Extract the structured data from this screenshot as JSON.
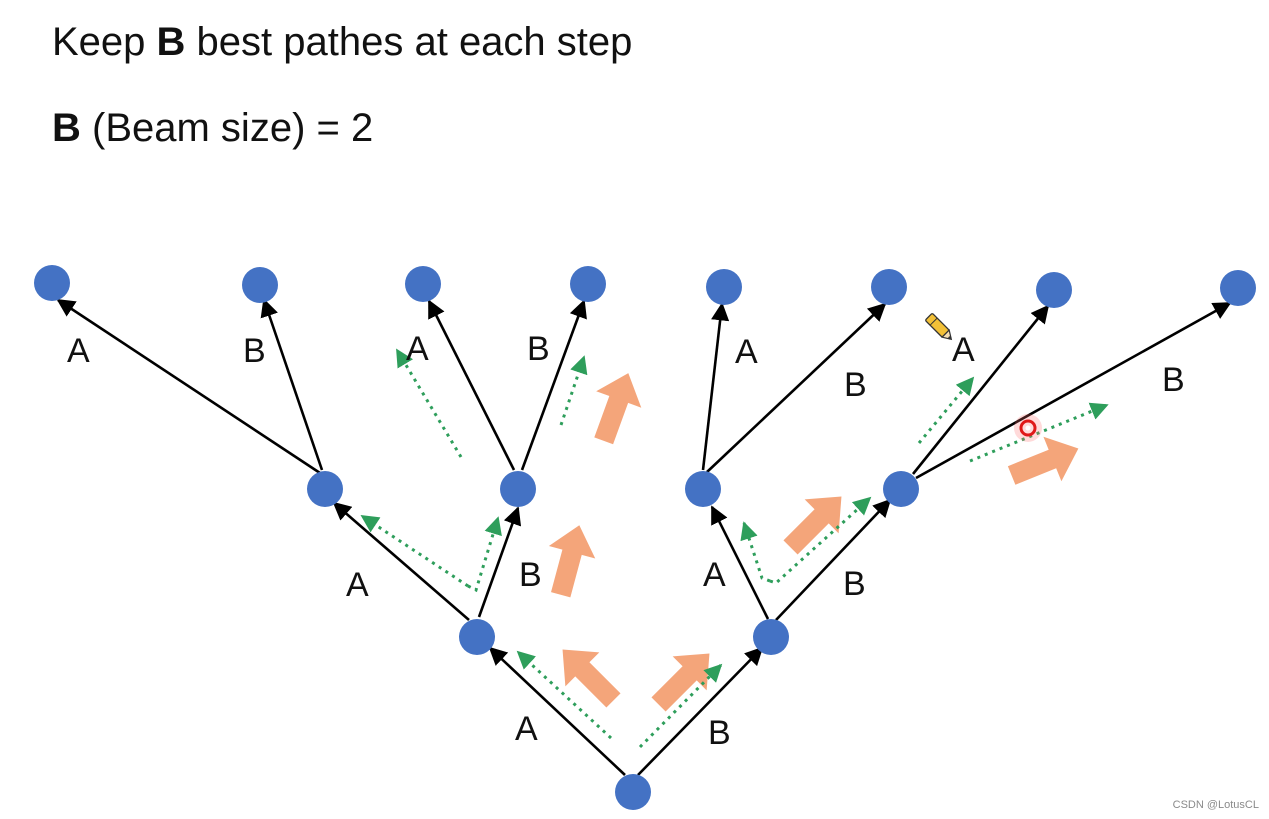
{
  "header": {
    "line1_prefix": "Keep ",
    "line1_bold": "B",
    "line1_suffix": " best pathes at each step",
    "line2_bold": "B",
    "line2_suffix": " (Beam size) = 2"
  },
  "tree": {
    "branch_labels": {
      "level1": [
        "A",
        "B"
      ],
      "level2": [
        "A",
        "B",
        "A",
        "B"
      ],
      "level3": [
        "A",
        "B",
        "A",
        "B",
        "A",
        "B",
        "A",
        "B"
      ]
    }
  },
  "colors": {
    "node": "#4472c4",
    "edge": "#000000",
    "selected_path": "#2e9e5b",
    "highlight_arrow": "#f4a57a",
    "text": "#111111"
  },
  "icons": [
    "pencil-cursor-icon",
    "laser-pointer-icon"
  ],
  "watermark": "CSDN @LotusCL"
}
